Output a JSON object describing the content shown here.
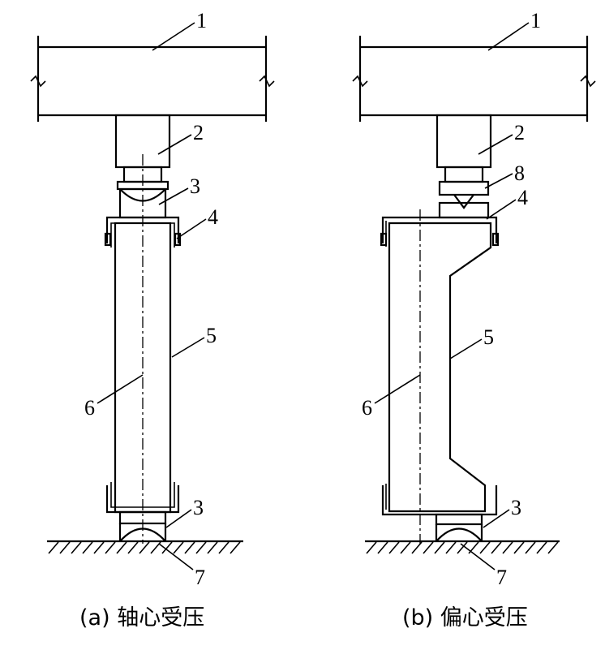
{
  "panels": [
    {
      "caption": "(a) 轴心受压",
      "labels": [
        "1",
        "2",
        "3",
        "4",
        "5",
        "6",
        "3",
        "7"
      ]
    },
    {
      "caption": "(b) 偏心受压",
      "labels": [
        "1",
        "2",
        "8",
        "4",
        "5",
        "6",
        "3",
        "7"
      ]
    }
  ]
}
